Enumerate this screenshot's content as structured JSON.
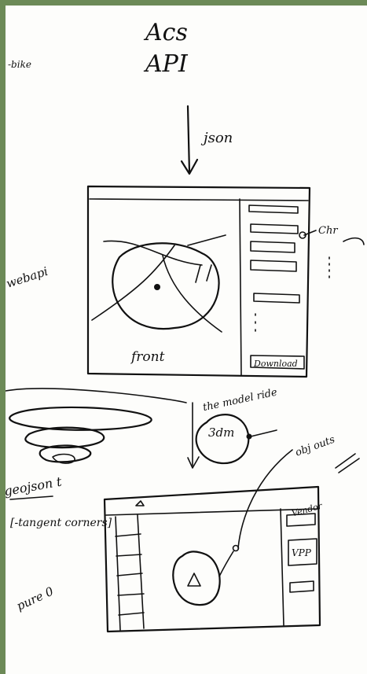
{
  "sketch": {
    "title_line1": "Acs",
    "title_line2": "API",
    "side_note_bike": "-bike",
    "arrow_label": "json",
    "side_note_webapi": "webapi",
    "mockup1": {
      "checkbox_note": "Chr",
      "map_caption": "front",
      "download_button_label": "Download"
    },
    "flow_notes": {
      "geojson": "geojson t",
      "tangent_corners": "[-tangent corners]",
      "model_note": "the model ride",
      "circle_label": "3dm",
      "object_note": "obj outs"
    },
    "mockup2": {
      "top_right_label": "Vendor",
      "panel_label": "VPP"
    },
    "bottom_note": "pure 0"
  }
}
